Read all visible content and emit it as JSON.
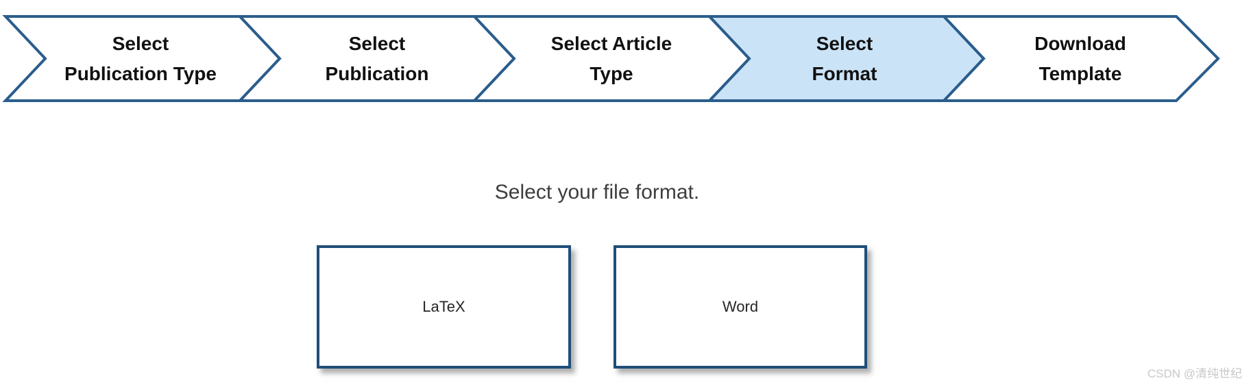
{
  "wizard": {
    "border_color": "#2a5d8c",
    "active_fill_color": "#cbe3f7",
    "inactive_fill_color": "#ffffff",
    "active_step_index": 3,
    "steps": [
      {
        "line1": "Select",
        "line2": "Publication Type",
        "active": false
      },
      {
        "line1": "Select",
        "line2": "Publication",
        "active": false
      },
      {
        "line1": "Select Article",
        "line2": "Type",
        "active": false
      },
      {
        "line1": "Select",
        "line2": "Format",
        "active": true
      },
      {
        "line1": "Download",
        "line2": "Template",
        "active": false
      }
    ]
  },
  "main": {
    "heading": "Select your file format.",
    "format_options": [
      {
        "label": "LaTeX"
      },
      {
        "label": "Word"
      }
    ]
  },
  "watermark": {
    "text": "CSDN @清纯世纪",
    "color": "#c8c8c8"
  }
}
